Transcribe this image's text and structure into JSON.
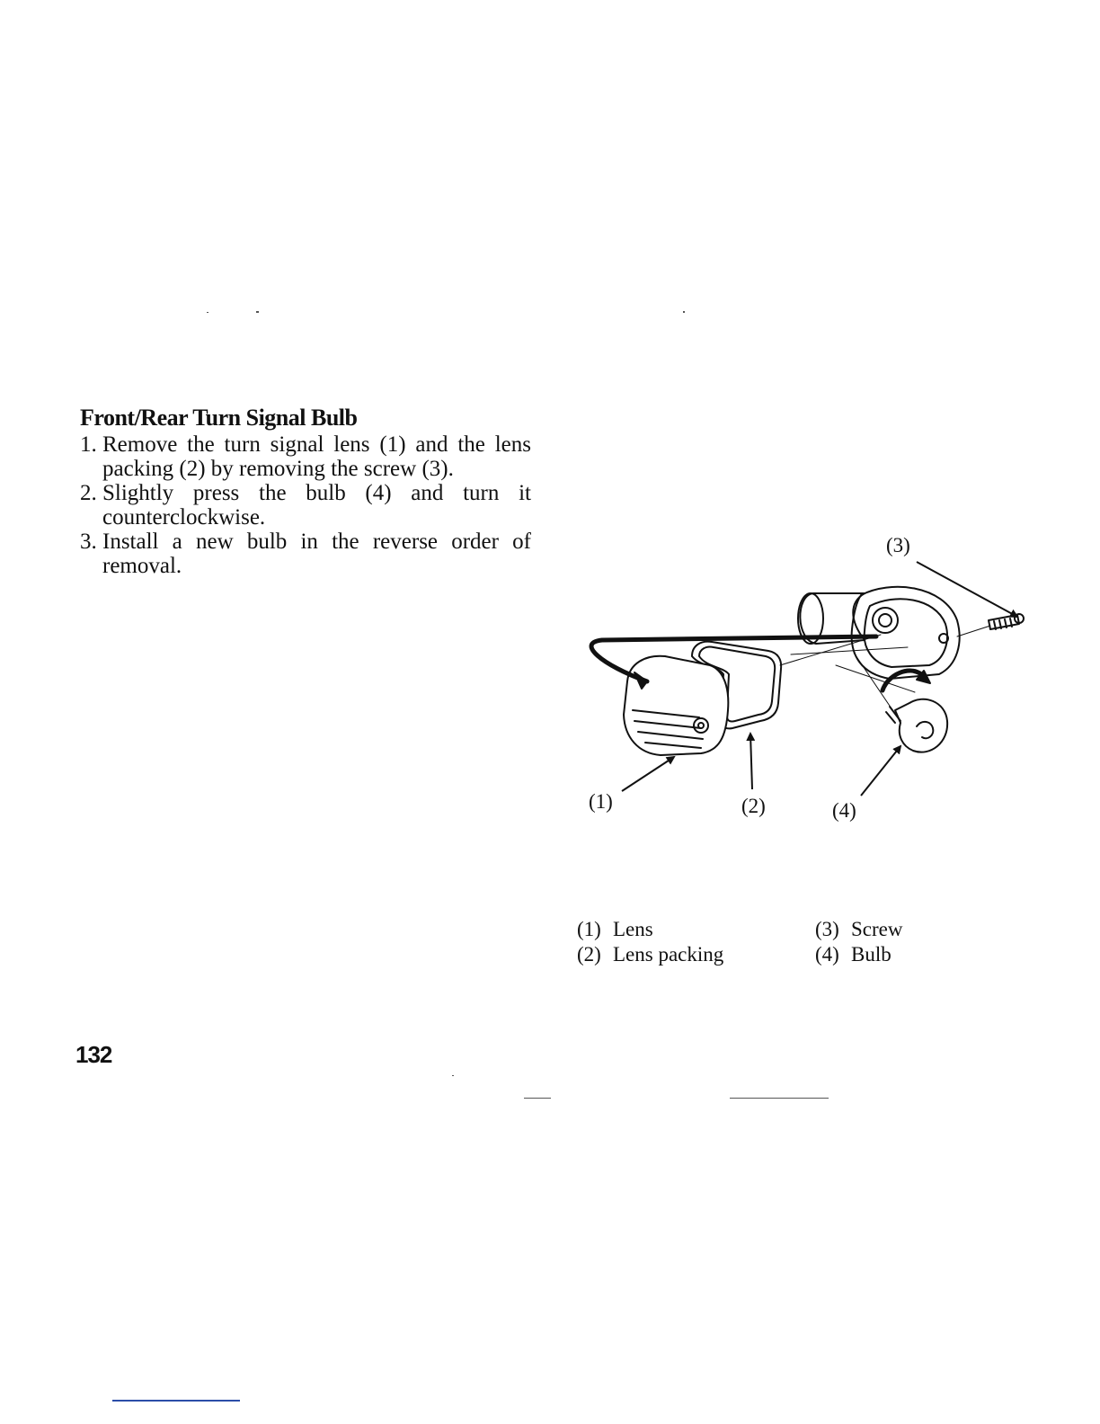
{
  "section": {
    "title": "Front/Rear Turn Signal Bulb",
    "steps": [
      {
        "number": "1.",
        "text": "Remove the turn signal lens (1) and the lens packing (2) by removing the screw (3)."
      },
      {
        "number": "2.",
        "text": "Slightly press the bulb (4) and turn it counterclockwise."
      },
      {
        "number": "3.",
        "text": "Install a new bulb in the reverse order of removal."
      }
    ]
  },
  "figure": {
    "callouts": {
      "lens": "(1)",
      "lens_packing": "(2)",
      "screw": "(3)",
      "bulb": "(4)"
    },
    "legend": [
      {
        "key": "(1)",
        "label": "Lens"
      },
      {
        "key": "(2)",
        "label": "Lens packing"
      },
      {
        "key": "(3)",
        "label": "Screw"
      },
      {
        "key": "(4)",
        "label": "Bulb"
      }
    ]
  },
  "page_number": "132"
}
